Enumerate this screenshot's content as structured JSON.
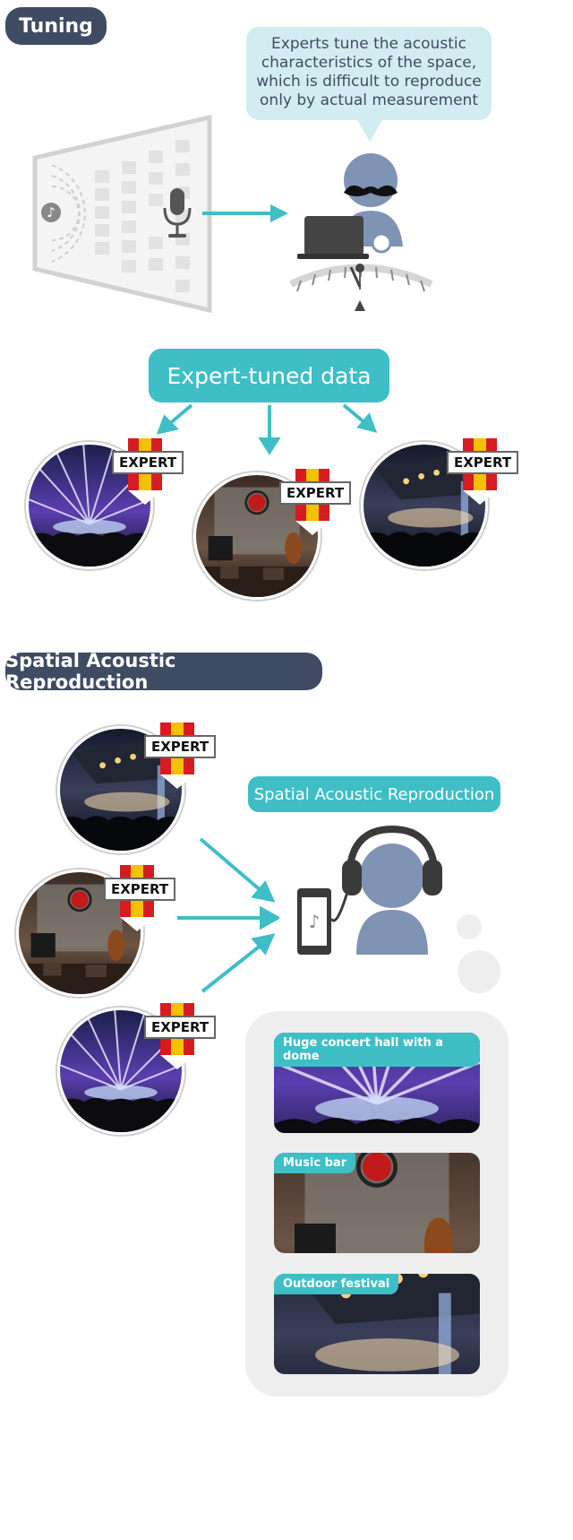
{
  "sections": {
    "tuning": {
      "title": "Tuning"
    },
    "reproduction": {
      "title": "Spatial Acoustic Reproduction"
    }
  },
  "speech_bubble": {
    "lines": [
      "Experts tune the acoustic",
      "characteristics of the space,",
      "which is difficult to reproduce",
      "only by actual measurement"
    ]
  },
  "expert_data": {
    "label": "Expert-tuned data"
  },
  "badge": {
    "label": "EXPERT"
  },
  "reproduction_label": {
    "label": "Spatial Acoustic Reproduction"
  },
  "venues": [
    {
      "label": "Huge concert hall with a dome"
    },
    {
      "label": "Music bar"
    },
    {
      "label": "Outdoor festival"
    }
  ],
  "colors": {
    "dark_pill": "#3f4b63",
    "teal": "#3fbec6",
    "bubble": "#d2edf1",
    "person": "#7f93b5",
    "badge_red": "#d61b22",
    "badge_gold": "#f2c200"
  },
  "icons": [
    "music-note-icon",
    "microphone-icon",
    "arrow-icon",
    "mustache-icon",
    "laptop-icon",
    "headphones-icon",
    "smartphone-icon",
    "ribbon-icon"
  ]
}
